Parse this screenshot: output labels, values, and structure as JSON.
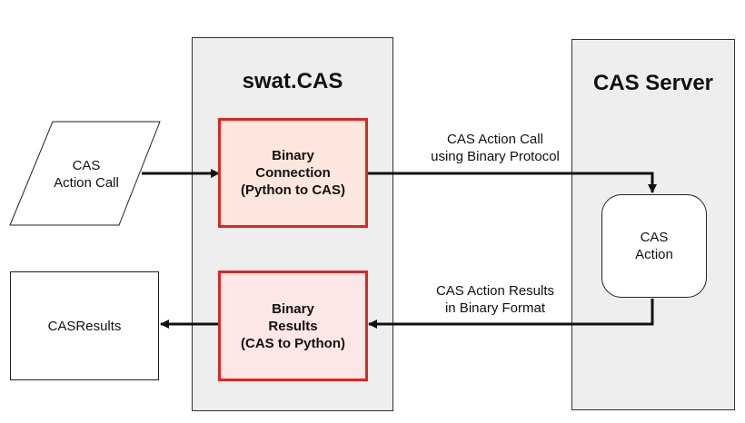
{
  "panels": {
    "swat": {
      "title": "swat.CAS"
    },
    "server": {
      "title": "CAS Server"
    }
  },
  "nodes": {
    "action_call_input": {
      "label": "CAS\nAction Call"
    },
    "binary_connection": {
      "label": "Binary\nConnection\n(Python to CAS)"
    },
    "binary_results": {
      "label": "Binary\nResults\n(CAS to Python)"
    },
    "cas_results": {
      "label": "CASResults"
    },
    "cas_action": {
      "label": "CAS\nAction"
    }
  },
  "edges": {
    "call_label": "CAS Action Call\nusing Binary Protocol",
    "results_label": "CAS Action Results\nin Binary Format"
  },
  "colors": {
    "highlight_border": "#e0261f",
    "panel_fill": "#eeeeee"
  }
}
